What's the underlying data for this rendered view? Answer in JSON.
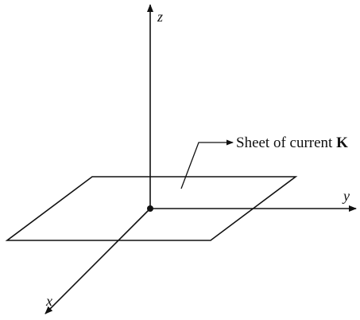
{
  "axes": {
    "z_label": "z",
    "y_label": "y",
    "x_label": "x"
  },
  "annotation": {
    "text": "Sheet of current ",
    "symbol": "K"
  },
  "colors": {
    "line": "#111111",
    "background": "#ffffff"
  }
}
